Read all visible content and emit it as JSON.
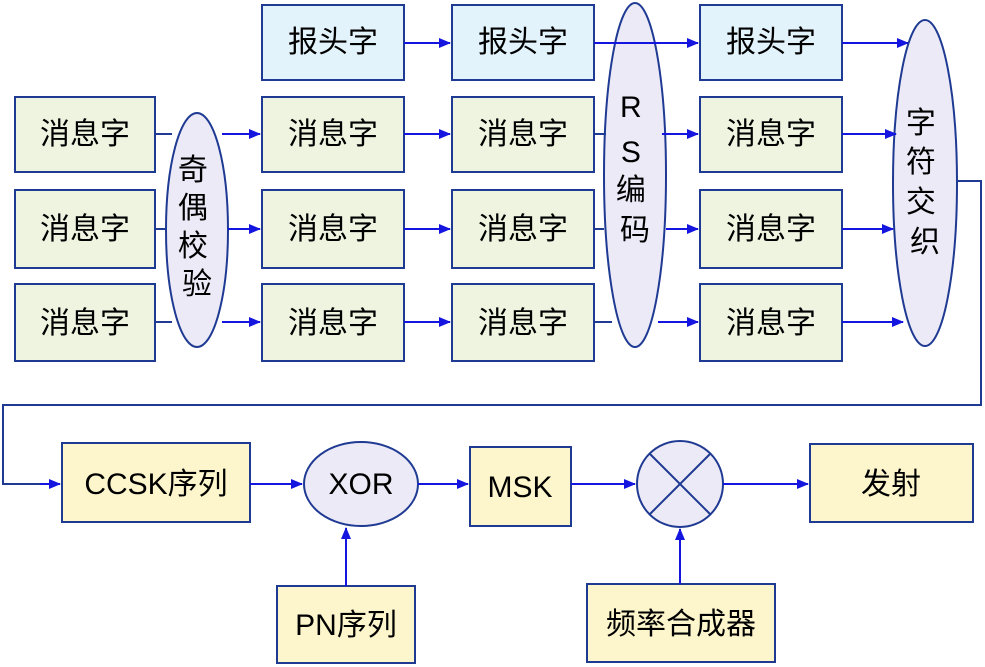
{
  "header_word": "报头字",
  "message_word": "消息字",
  "parity_check": "奇偶校验",
  "rs_encode": "RS编码",
  "symbol_interleave": "字符交织",
  "ccsk_sequence": "CCSK序列",
  "xor": "XOR",
  "msk": "MSK",
  "transmit": "发射",
  "pn_sequence": "PN序列",
  "freq_synth": "频率合成器"
}
